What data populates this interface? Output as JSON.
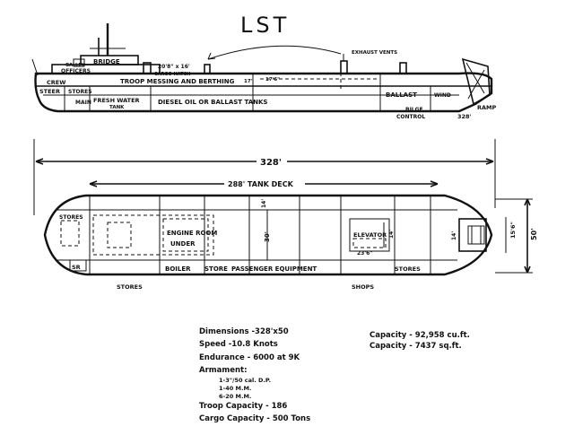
{
  "title": "LST",
  "profile": {
    "officers": "OFFICERS",
    "galley": "GALLEY",
    "bridge": "BRIDGE",
    "hatch_size": "20'8\" x 16'",
    "cargo_hatch": "CARGO HATCH",
    "exhaust": "EXHAUST VENTS",
    "dim_17a": "17'",
    "dim_17b": "17'6\"",
    "crew": "CREW",
    "troop_messing": "TROOP MESSING AND BERTHING",
    "steer": "STEER",
    "stores": "STORES",
    "main": "MAIN",
    "fresh_water": "FRESH WATER",
    "tank": "TANK",
    "diesel": "DIESEL OIL OR BALLAST TANKS",
    "ballast": "BALLAST",
    "wind": "WIND",
    "bilge": "BILGE",
    "control": "CONTROL",
    "ramp": "RAMP",
    "length": "328'"
  },
  "plan": {
    "overall_length": "328'",
    "tank_deck": "288' TANK DECK",
    "stores_tl": "STORES",
    "engine_room": "ENGINE ROOM",
    "under": "UNDER",
    "width_30": "30'",
    "width_14a": "14'",
    "elevator": "ELEVATOR",
    "elevator_size": "23'6\"",
    "width_14b": "14'",
    "width_14c": "14'",
    "width_15": "15'6\"",
    "beam": "50'",
    "boiler": "BOILER",
    "store": "STORE",
    "passenger_equipment": "PASSENGER EQUIPMENT",
    "stores_right": "STORES",
    "sr": "SR",
    "stores_bottom": "STORES",
    "shops": "SHOPS"
  },
  "specs": {
    "dimensions": "Dimensions -328'x50",
    "speed": "Speed -10.8 Knots",
    "endurance": "Endurance - 6000 at 9K",
    "armament": "Armament:",
    "arm1": "1-3\"/50 cal. D.P.",
    "arm2": "1-40 M.M.",
    "arm3": "6-20 M.M.",
    "troop_capacity": "Troop Capacity - 186",
    "cargo_capacity": "Cargo Capacity - 500 Tons",
    "capacity_cu": "Capacity - 92,958 cu.ft.",
    "capacity_sq": "Capacity - 7437 sq.ft."
  }
}
